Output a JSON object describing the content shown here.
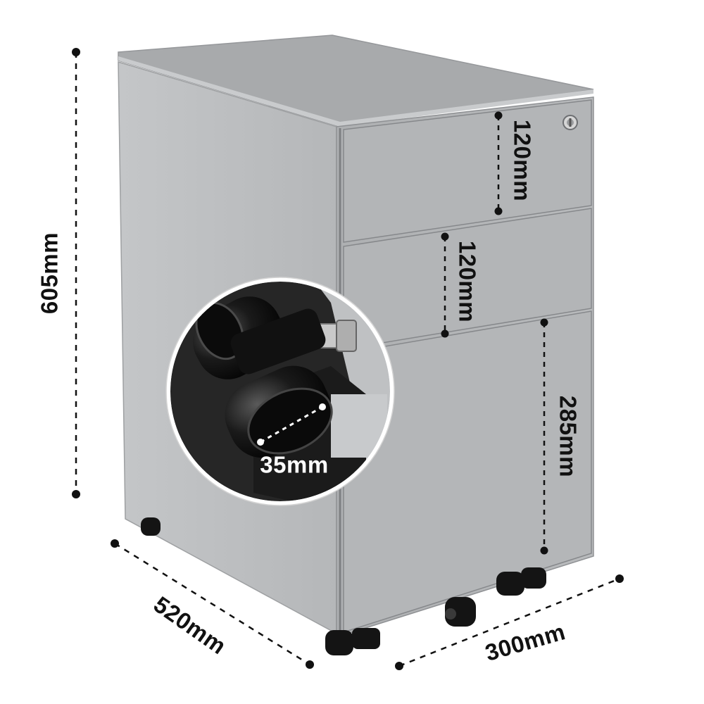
{
  "product": {
    "name": "mobile filing cabinet",
    "colors": {
      "body": "#b9bbbd",
      "front": "#b2b4b6",
      "top": "#a9abad",
      "caster": "#151515",
      "dimension_line": "#111111"
    }
  },
  "dimensions": {
    "height": "605mm",
    "depth": "520mm",
    "width": "300mm",
    "drawer_top": "120mm",
    "drawer_middle": "120mm",
    "drawer_bottom": "285mm",
    "caster_wheel": "35mm"
  },
  "icons": [
    "lock-icon",
    "caster-icon"
  ]
}
